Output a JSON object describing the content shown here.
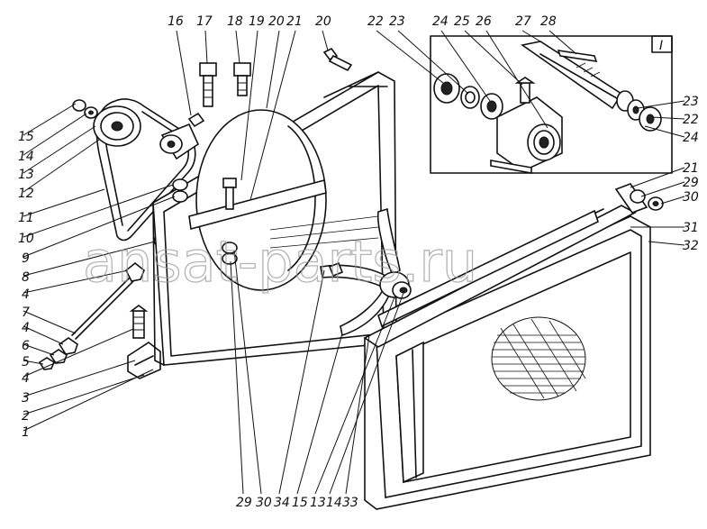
{
  "watermark": "ansat-parts.ru",
  "inset_label": "I",
  "labels_left": [
    "15",
    "14",
    "13",
    "12",
    "11",
    "10",
    "9",
    "8",
    "4",
    "7",
    "4",
    "6",
    "5",
    "4",
    "3",
    "2",
    "1"
  ],
  "labels_top": [
    "16",
    "17",
    "18",
    "19",
    "20",
    "21",
    "20",
    "22",
    "23",
    "24",
    "25",
    "26",
    "27",
    "28"
  ],
  "labels_right": [
    "23",
    "22",
    "24",
    "21",
    "29",
    "30",
    "31",
    "32"
  ],
  "labels_bottom": [
    "29",
    "30",
    "34",
    "15",
    "13",
    "14",
    "33"
  ]
}
